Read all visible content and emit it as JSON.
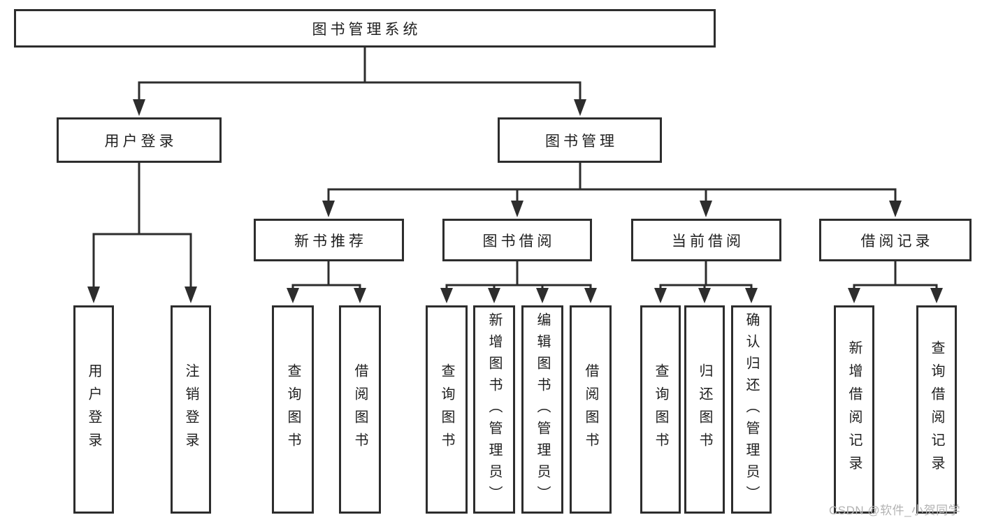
{
  "diagram": {
    "type": "hierarchy-tree",
    "colors": {
      "line": "#2d2d2d",
      "box_border": "#2d2d2d",
      "box_fill": "#ffffff",
      "text": "#1f1f1f",
      "watermark": "#b3b3b3",
      "background": "#ffffff"
    },
    "watermark": "CSDN @软件_小贺同学",
    "nodes": {
      "root": {
        "label": "图书管理系统"
      },
      "level2": [
        {
          "id": "user-login",
          "label": "用户登录",
          "parent": "图书管理系统"
        },
        {
          "id": "book-management",
          "label": "图书管理",
          "parent": "图书管理系统"
        }
      ],
      "level3": [
        {
          "id": "new-book-recommendation",
          "label": "新书推荐",
          "parent": "图书管理"
        },
        {
          "id": "book-borrowing",
          "label": "图书借阅",
          "parent": "图书管理"
        },
        {
          "id": "current-borrowing",
          "label": "当前借阅",
          "parent": "图书管理"
        },
        {
          "id": "borrowing-records",
          "label": "借阅记录",
          "parent": "图书管理"
        }
      ],
      "leaves": [
        {
          "label": "用户登录",
          "parent": "用户登录"
        },
        {
          "label": "注销登录",
          "parent": "用户登录"
        },
        {
          "label": "查询图书",
          "parent": "新书推荐"
        },
        {
          "label": "借阅图书",
          "parent": "新书推荐"
        },
        {
          "label": "查询图书",
          "parent": "图书借阅"
        },
        {
          "label": "新增图书（管理员）",
          "parent": "图书借阅"
        },
        {
          "label": "编辑图书（管理员）",
          "parent": "图书借阅"
        },
        {
          "label": "借阅图书",
          "parent": "图书借阅"
        },
        {
          "label": "查询图书",
          "parent": "当前借阅"
        },
        {
          "label": "归还图书",
          "parent": "当前借阅"
        },
        {
          "label": "确认归还（管理员）",
          "parent": "当前借阅"
        },
        {
          "label": "新增借阅记录",
          "parent": "借阅记录"
        },
        {
          "label": "查询借阅记录",
          "parent": "借阅记录"
        }
      ]
    }
  }
}
